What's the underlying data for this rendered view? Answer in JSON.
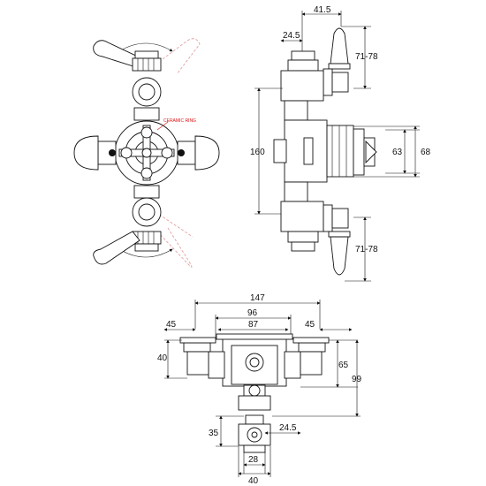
{
  "labels": {
    "ceramic_ring": "CERAMIC RING",
    "side": {
      "d41_5": "41.5",
      "d24_5": "24.5",
      "d71_78_top": "71-78",
      "d160": "160",
      "d63": "63",
      "d68": "68",
      "d71_78_bottom": "71-78"
    },
    "top_view": {
      "d147": "147",
      "d96": "96",
      "d45_left": "45",
      "d87": "87",
      "d45_right": "45",
      "d40": "40",
      "d65": "65",
      "d99": "99",
      "d35": "35",
      "d24_5": "24.5",
      "d28": "28",
      "d40_bottom": "40"
    }
  },
  "colors": {
    "line": "#111111",
    "annotation": "#dd1111",
    "ghost": "#e3a0a0"
  }
}
